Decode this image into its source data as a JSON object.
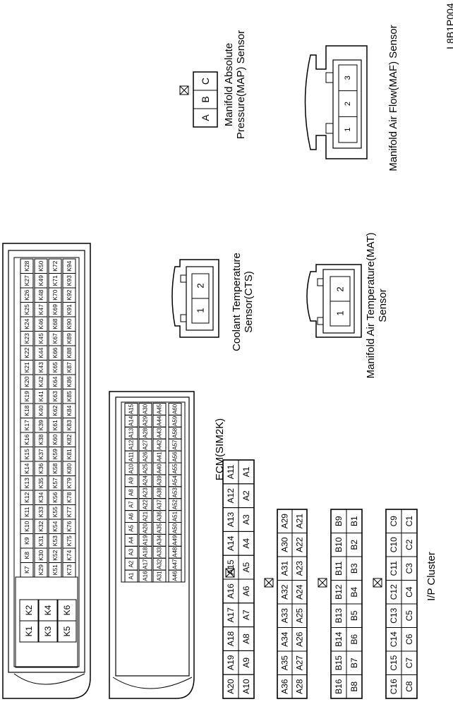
{
  "figure_code": "L8B1P004",
  "map_sensor": {
    "label_line1": "Manifold Absolute",
    "label_line2": "Pressure(MAP) Sensor",
    "pins": [
      "A",
      "B",
      "C"
    ]
  },
  "maf_sensor": {
    "label": "Manifold Air Flow(MAF) Sensor",
    "pins": [
      "1",
      "2",
      "3"
    ]
  },
  "cts_sensor": {
    "label_line1": "Coolant Temperature",
    "label_line2": "Sensor(CTS)",
    "pins": [
      "1",
      "2"
    ]
  },
  "mat_sensor": {
    "label_line1": "Manifold Air Temperature(MAT)",
    "label_line2": "Sensor",
    "pins": [
      "1",
      "2"
    ]
  },
  "ecm": {
    "label": "ECM(SIM2K)",
    "k_left": [
      [
        "K1",
        "K2"
      ],
      [
        "K3",
        "K4"
      ],
      [
        "K5",
        "K6"
      ]
    ],
    "k_row_a": [
      "K7",
      "K8",
      "K9",
      "K10",
      "K11",
      "K12",
      "K13",
      "K14",
      "K15",
      "K16",
      "K17",
      "K18",
      "K19",
      "K20",
      "K21",
      "K22",
      "K23",
      "K24",
      "K25",
      "K26",
      "K27",
      "K28"
    ],
    "k_row_b": [
      "K29",
      "K30",
      "K31",
      "K32",
      "K33",
      "K34",
      "K35",
      "K36",
      "K37",
      "K38",
      "K39",
      "K40",
      "K41",
      "K42",
      "K43",
      "K44",
      "K45",
      "K46",
      "K47",
      "K48",
      "K49",
      "K50"
    ],
    "k_row_c": [
      "K51",
      "K52",
      "K53",
      "K54",
      "K55",
      "K56",
      "K57",
      "K58",
      "K59",
      "K60",
      "K61",
      "K62",
      "K63",
      "K64",
      "K65",
      "K66",
      "K67",
      "K68",
      "K69",
      "K70",
      "K71",
      "K72"
    ],
    "k_row_d": [
      "K73",
      "K74",
      "K75",
      "K76",
      "K77",
      "K78",
      "K79",
      "K80",
      "K81",
      "K82",
      "K83",
      "K84",
      "K85",
      "K86",
      "K87",
      "K88",
      "K89",
      "K90",
      "K91",
      "K92",
      "K93",
      "K94"
    ],
    "a_row_1": [
      "A1",
      "A2",
      "A3",
      "A4",
      "A5",
      "A6",
      "A7",
      "A8",
      "A9",
      "A10",
      "A11",
      "A12",
      "A13",
      "A14",
      "A15"
    ],
    "a_row_2": [
      "A16",
      "A17",
      "A18",
      "A19",
      "A20",
      "A21",
      "A22",
      "A23",
      "A24",
      "A25",
      "A26",
      "A27",
      "A28",
      "A29",
      "A30"
    ],
    "a_row_3": [
      "A31",
      "A32",
      "A33",
      "A34",
      "A35",
      "A36",
      "A37",
      "A38",
      "A39",
      "A40",
      "A41",
      "A42",
      "A43",
      "A44",
      "A45"
    ],
    "a_row_4": [
      "A46",
      "A47",
      "A48",
      "A49",
      "A50",
      "A51",
      "A52",
      "A53",
      "A54",
      "A55",
      "A56",
      "A57",
      "A58",
      "A59",
      "A60"
    ]
  },
  "connector_a": {
    "row_1": [
      "A1",
      "A2",
      "A3",
      "A4",
      "A5",
      "A6",
      "A7",
      "A8",
      "A9",
      "A10"
    ],
    "row_2": [
      "A11",
      "A12",
      "A13",
      "A14",
      "A15",
      "A16",
      "A17",
      "A18",
      "A19",
      "A20"
    ]
  },
  "connector_a2": {
    "row_1": [
      "A21",
      "A22",
      "A23",
      "A24",
      "A25",
      "A26",
      "A27",
      "A28"
    ],
    "row_2": [
      "A29",
      "A30",
      "A31",
      "A32",
      "A33",
      "A34",
      "A35",
      "A36"
    ]
  },
  "connector_b": {
    "row_1": [
      "B1",
      "B2",
      "B3",
      "B4",
      "B5",
      "B6",
      "B7",
      "B8"
    ],
    "row_2": [
      "B9",
      "B10",
      "B11",
      "B12",
      "B13",
      "B14",
      "B15",
      "B16"
    ]
  },
  "connector_c": {
    "label": "I/P Cluster",
    "row_1": [
      "C1",
      "C2",
      "C3",
      "C4",
      "C5",
      "C6",
      "C7",
      "C8"
    ],
    "row_2": [
      "C9",
      "C10",
      "C11",
      "C12",
      "C13",
      "C14",
      "C15",
      "C16"
    ]
  }
}
